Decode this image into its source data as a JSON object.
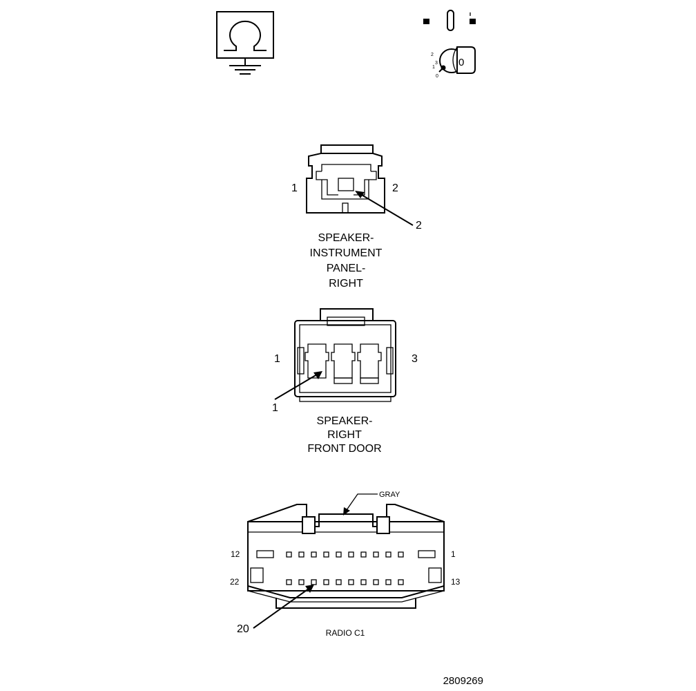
{
  "ignition_key": {
    "positions": [
      "3",
      "2",
      "1",
      "0"
    ],
    "key_label": "0"
  },
  "connectors": [
    {
      "name": "SPEAKER-INSTRUMENT PANEL-RIGHT",
      "title_lines": [
        "SPEAKER-",
        "INSTRUMENT",
        "PANEL-",
        "RIGHT"
      ],
      "pin_left": "1",
      "pin_right": "2",
      "callout": "2"
    },
    {
      "name": "SPEAKER-RIGHT FRONT DOOR",
      "title_lines": [
        "SPEAKER-",
        "RIGHT",
        "FRONT DOOR"
      ],
      "pin_left": "1",
      "pin_right": "3",
      "callout": "1"
    },
    {
      "name": "RADIO C1",
      "title_lines": [
        "RADIO C1"
      ],
      "color": "GRAY",
      "pin_top_left": "12",
      "pin_top_right": "1",
      "pin_bottom_left": "22",
      "pin_bottom_right": "13",
      "callout": "20"
    }
  ],
  "figure_number": "2809269"
}
